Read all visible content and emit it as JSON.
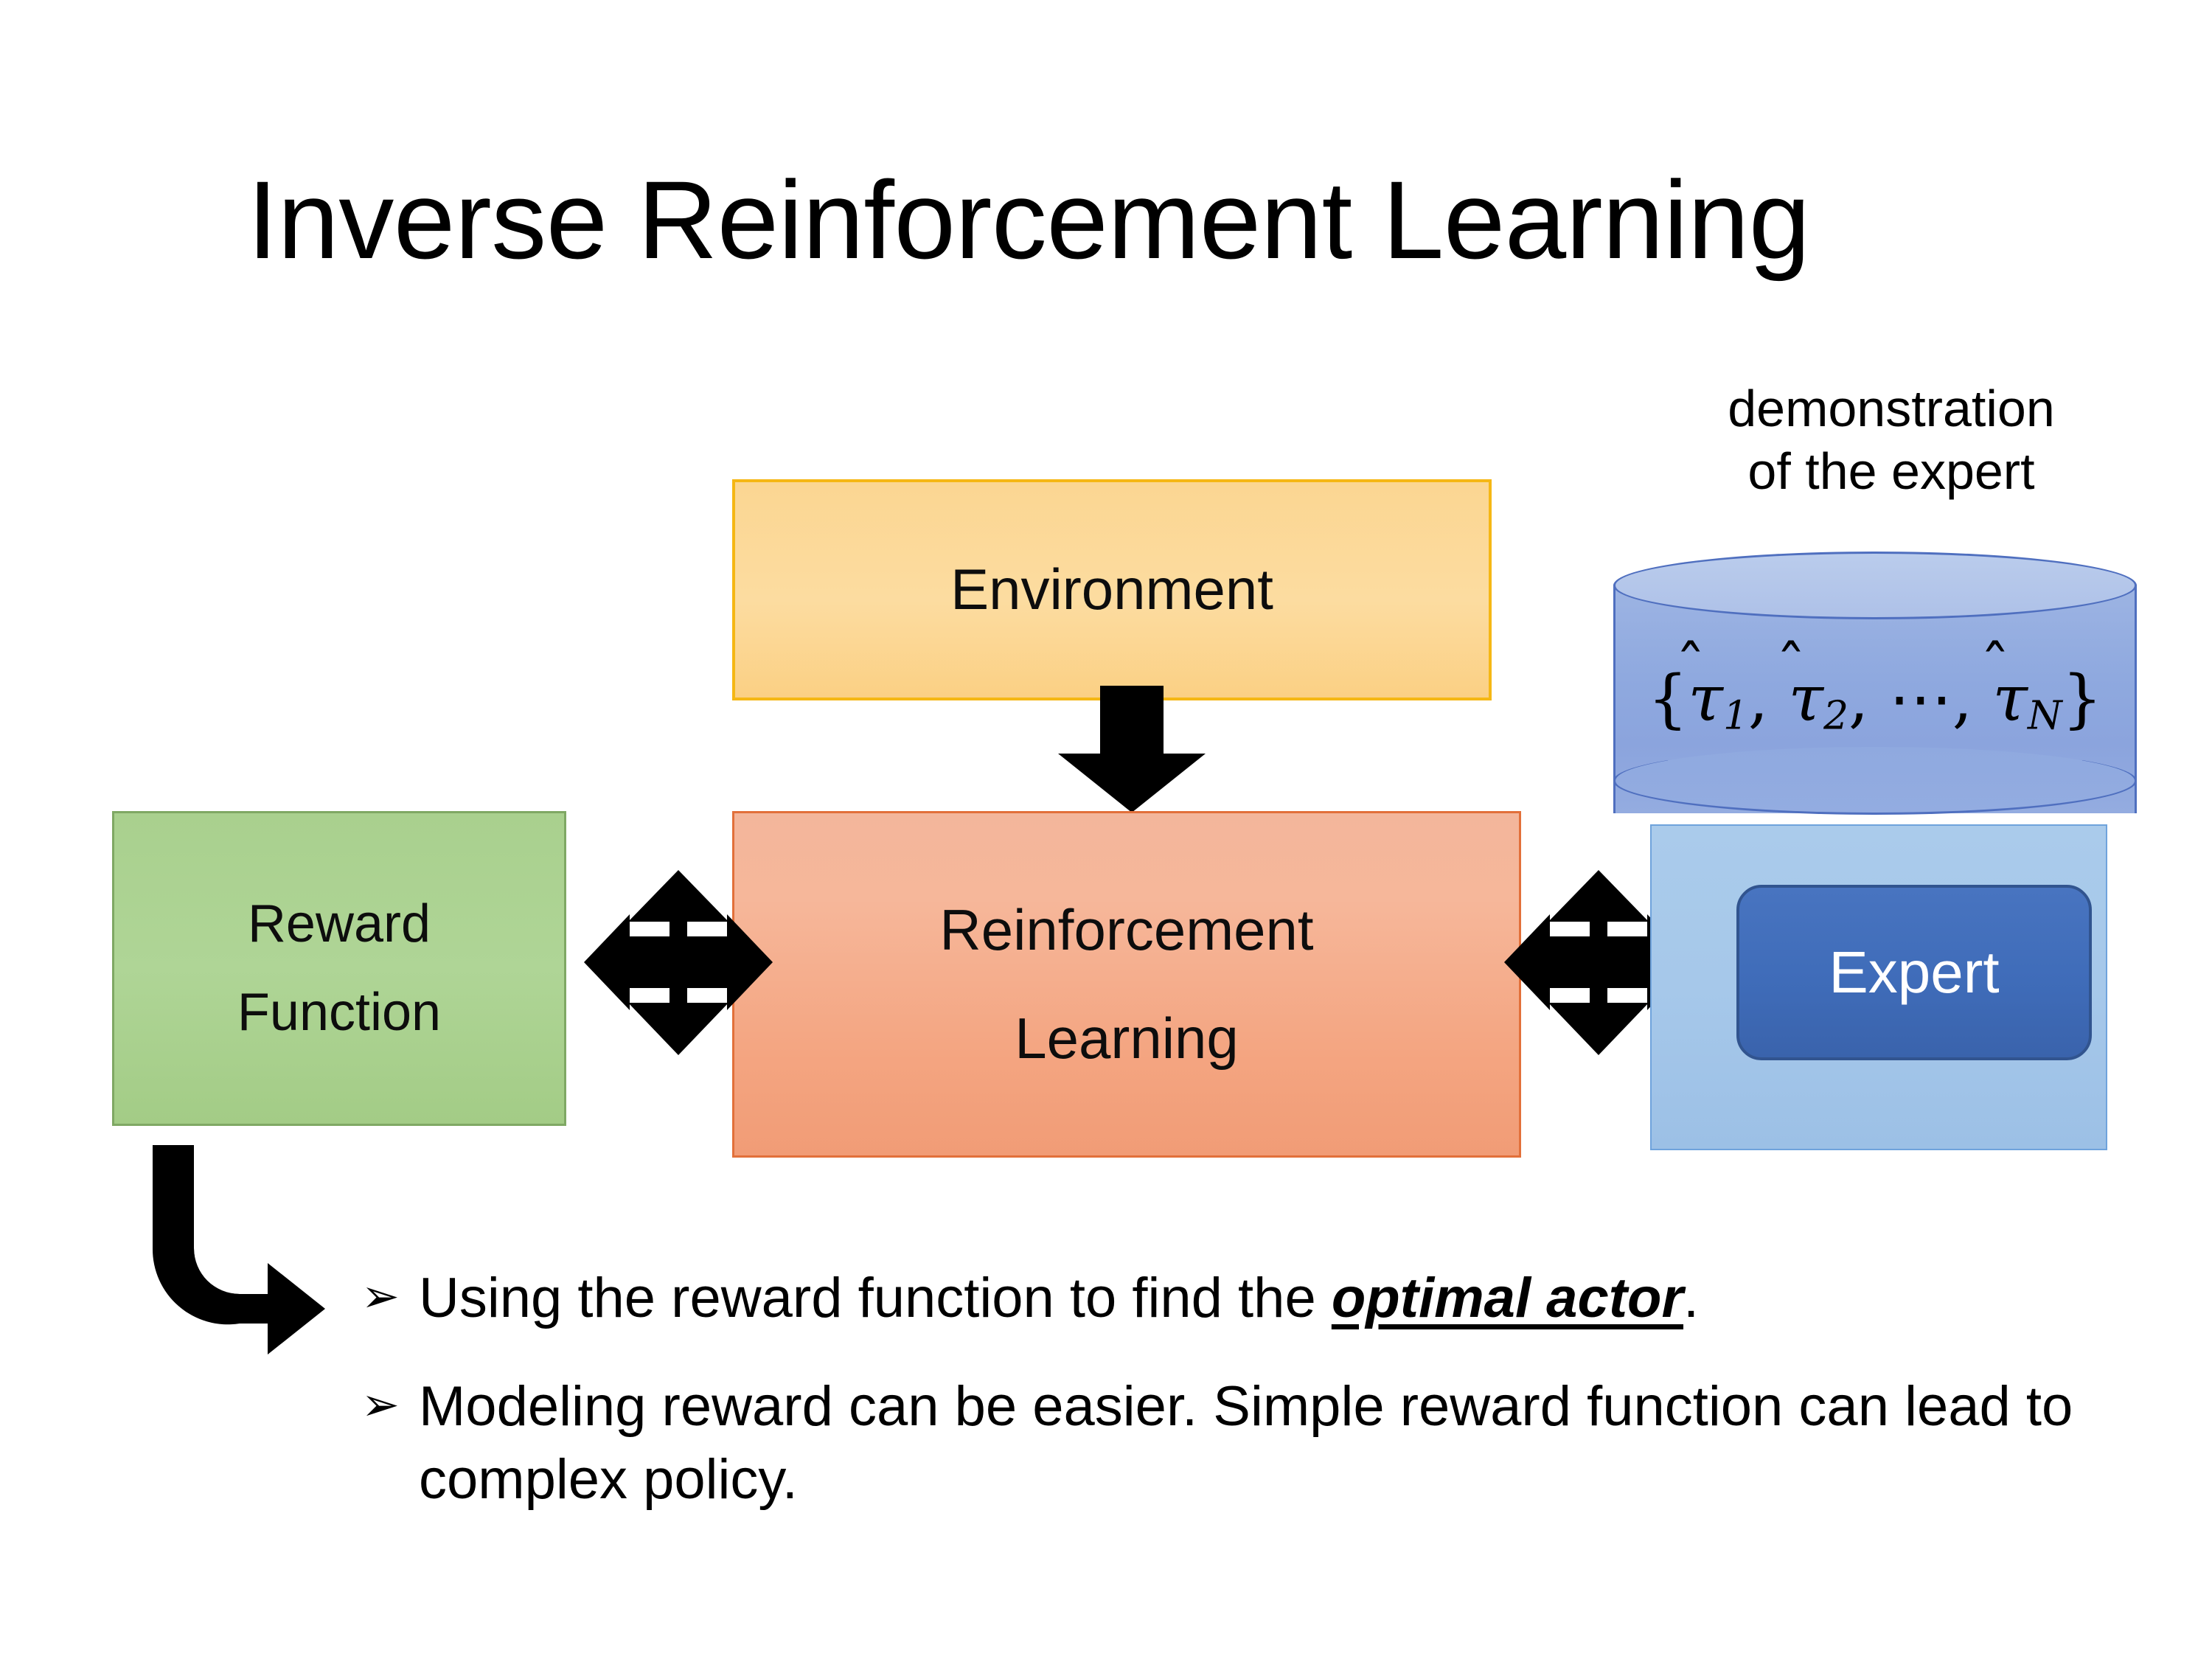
{
  "slide": {
    "title": "Inverse Reinforcement Learning",
    "background_color": "#FFFFFF"
  },
  "diagram": {
    "nodes": {
      "environment": {
        "label": "Environment",
        "fill_color": "#FCD89A",
        "border_color": "#F5B714"
      },
      "reinforcement_learning": {
        "line1": "Reinforcement",
        "line2": "Learning",
        "fill_color": "#F4A985",
        "border_color": "#E2703A"
      },
      "reward_function": {
        "line1": "Reward",
        "line2": "Function",
        "fill_color": "#A9D08E",
        "border_color": "#7FA864"
      },
      "expert": {
        "label": "Expert",
        "fill_color": "#3F6CB9",
        "border_color": "#31548F",
        "text_color": "#FFFFFF"
      },
      "expert_panel": {
        "fill_color": "#A6C8EA",
        "border_color": "#6FA3DC"
      },
      "trajectory_store": {
        "caption_line1": "demonstration",
        "caption_line2": "of the expert",
        "formula_open": "{",
        "tau1": "τ",
        "tau1_sub": "1",
        "sep1": ", ",
        "tau2": "τ",
        "tau2_sub": "2",
        "sep2": ", ⋯, ",
        "tauN": "τ",
        "tauN_sub": "N",
        "formula_close": "}",
        "hat": "̂",
        "fill_color": "#8FA9DF",
        "border_color": "#4F6FBF"
      }
    },
    "connectors": {
      "environment_to_rl": "down-arrow",
      "reward_to_rl": "quad-arrow",
      "rl_to_expert": "quad-arrow",
      "reward_to_bullets": "elbow-arrow",
      "color": "#000000"
    }
  },
  "bullets": {
    "marker": "➢",
    "items": [
      {
        "prefix": "Using the reward function to find the ",
        "emphasis": "optimal actor",
        "suffix": "."
      },
      {
        "prefix": "Modeling reward can be easier. Simple reward function can lead to complex policy.",
        "emphasis": "",
        "suffix": ""
      }
    ]
  }
}
